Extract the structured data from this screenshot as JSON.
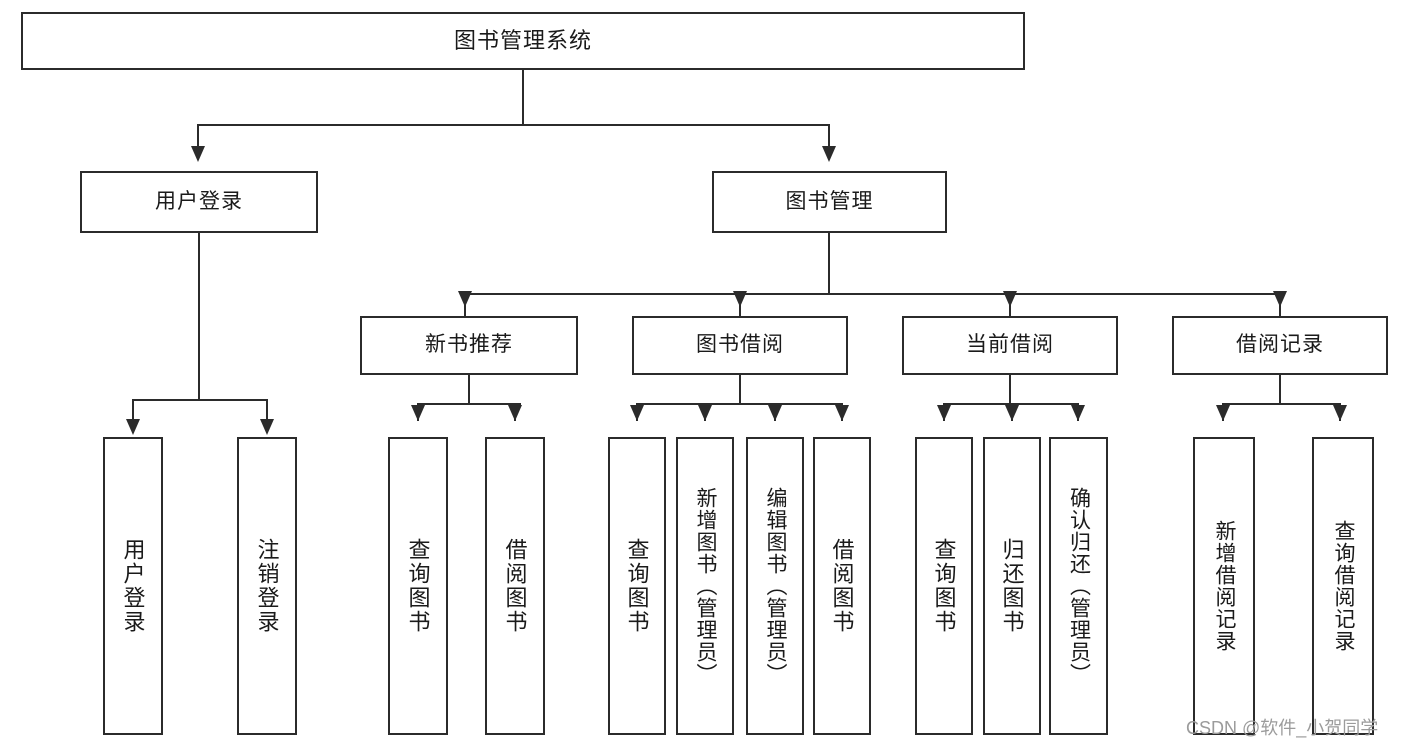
{
  "diagram": {
    "title": "图书管理系统",
    "type": "tree",
    "watermark": "CSDN @软件_小贺同学",
    "colors": {
      "box_border": "#2b2b2b",
      "box_fill": "#ffffff",
      "connector": "#2b2b2b",
      "text": "#1a1a1a",
      "watermark": "#9b9b9b",
      "background": "#ffffff"
    },
    "root": {
      "label": "图书管理系统"
    },
    "level1": [
      {
        "label": "用户登录"
      },
      {
        "label": "图书管理"
      }
    ],
    "level2": [
      {
        "label": "新书推荐"
      },
      {
        "label": "图书借阅"
      },
      {
        "label": "当前借阅"
      },
      {
        "label": "借阅记录"
      }
    ],
    "leaves": {
      "user_login": [
        {
          "label": "用户登录"
        },
        {
          "label": "注销登录"
        }
      ],
      "new_book_recommend": [
        {
          "label": "查询图书"
        },
        {
          "label": "借阅图书"
        }
      ],
      "book_borrow": [
        {
          "label": "查询图书"
        },
        {
          "label": "新增图书（管理员）"
        },
        {
          "label": "编辑图书（管理员）"
        },
        {
          "label": "借阅图书"
        }
      ],
      "current_borrow": [
        {
          "label": "查询图书"
        },
        {
          "label": "归还图书"
        },
        {
          "label": "确认归还（管理员）"
        }
      ],
      "borrow_record": [
        {
          "label": "新增借阅记录"
        },
        {
          "label": "查询借阅记录"
        }
      ]
    }
  }
}
